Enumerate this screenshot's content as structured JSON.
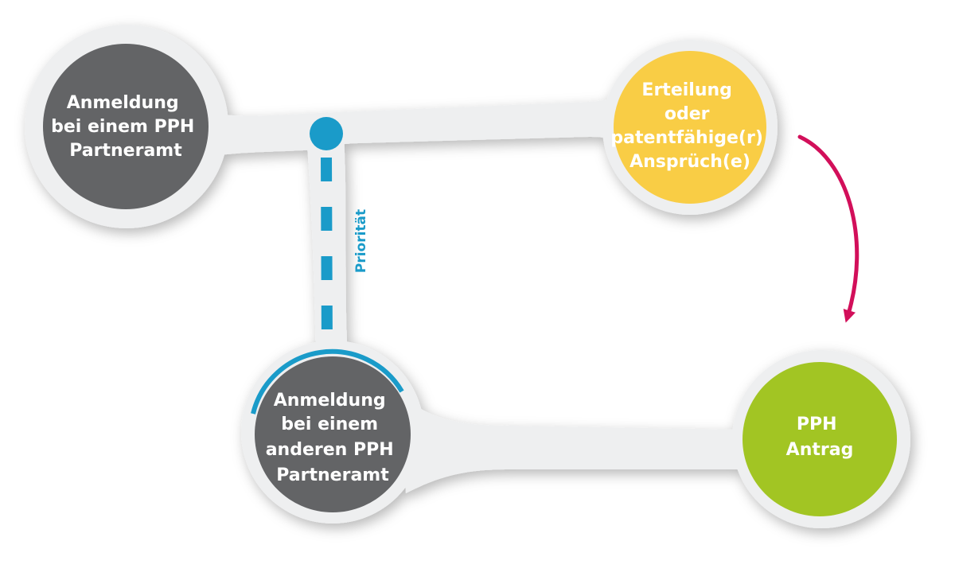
{
  "nodes": {
    "first_office": {
      "lines": [
        "Anmeldung",
        "bei einem PPH",
        "Partneramt"
      ],
      "color": "#636466"
    },
    "grant": {
      "lines": [
        "Erteilung",
        "oder",
        "patentfähige(r)",
        "Ansprüch(e)"
      ],
      "color": "#f9cd45"
    },
    "other_office": {
      "lines": [
        "Anmeldung",
        "bei einem",
        "anderen PPH",
        "Partneramt"
      ],
      "color": "#636466"
    },
    "pph_request": {
      "lines": [
        "PPH",
        "Antrag"
      ],
      "color": "#a2c523"
    }
  },
  "priority": {
    "label": "Priorität",
    "color": "#1a9bc9"
  },
  "arrow_color": "#d20f5a",
  "track_color": "#eeeff0"
}
